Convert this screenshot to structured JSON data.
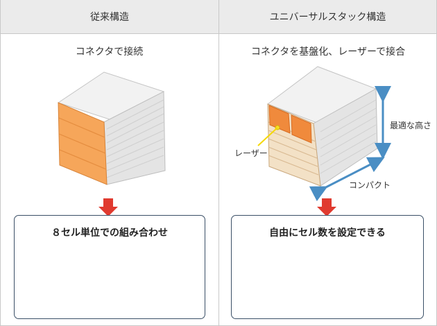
{
  "left": {
    "header": "従来構造",
    "subtitle": "コネクタで接続",
    "result": "８セル単位での組み合わせ"
  },
  "right": {
    "header": "ユニバーサルスタック構造",
    "subtitle": "コネクタを基盤化、レーザーで接合",
    "result": "自由にセル数を設定できる",
    "labels": {
      "laser": "レーザー",
      "height": "最適な高さ",
      "compact": "コンパクト"
    }
  },
  "colors": {
    "header_bg": "#ebebeb",
    "orange": "#f6a65a",
    "arrow_red": "#e03a2f",
    "dim_blue": "#4a8ec4",
    "box_border": "#3a4f66"
  }
}
